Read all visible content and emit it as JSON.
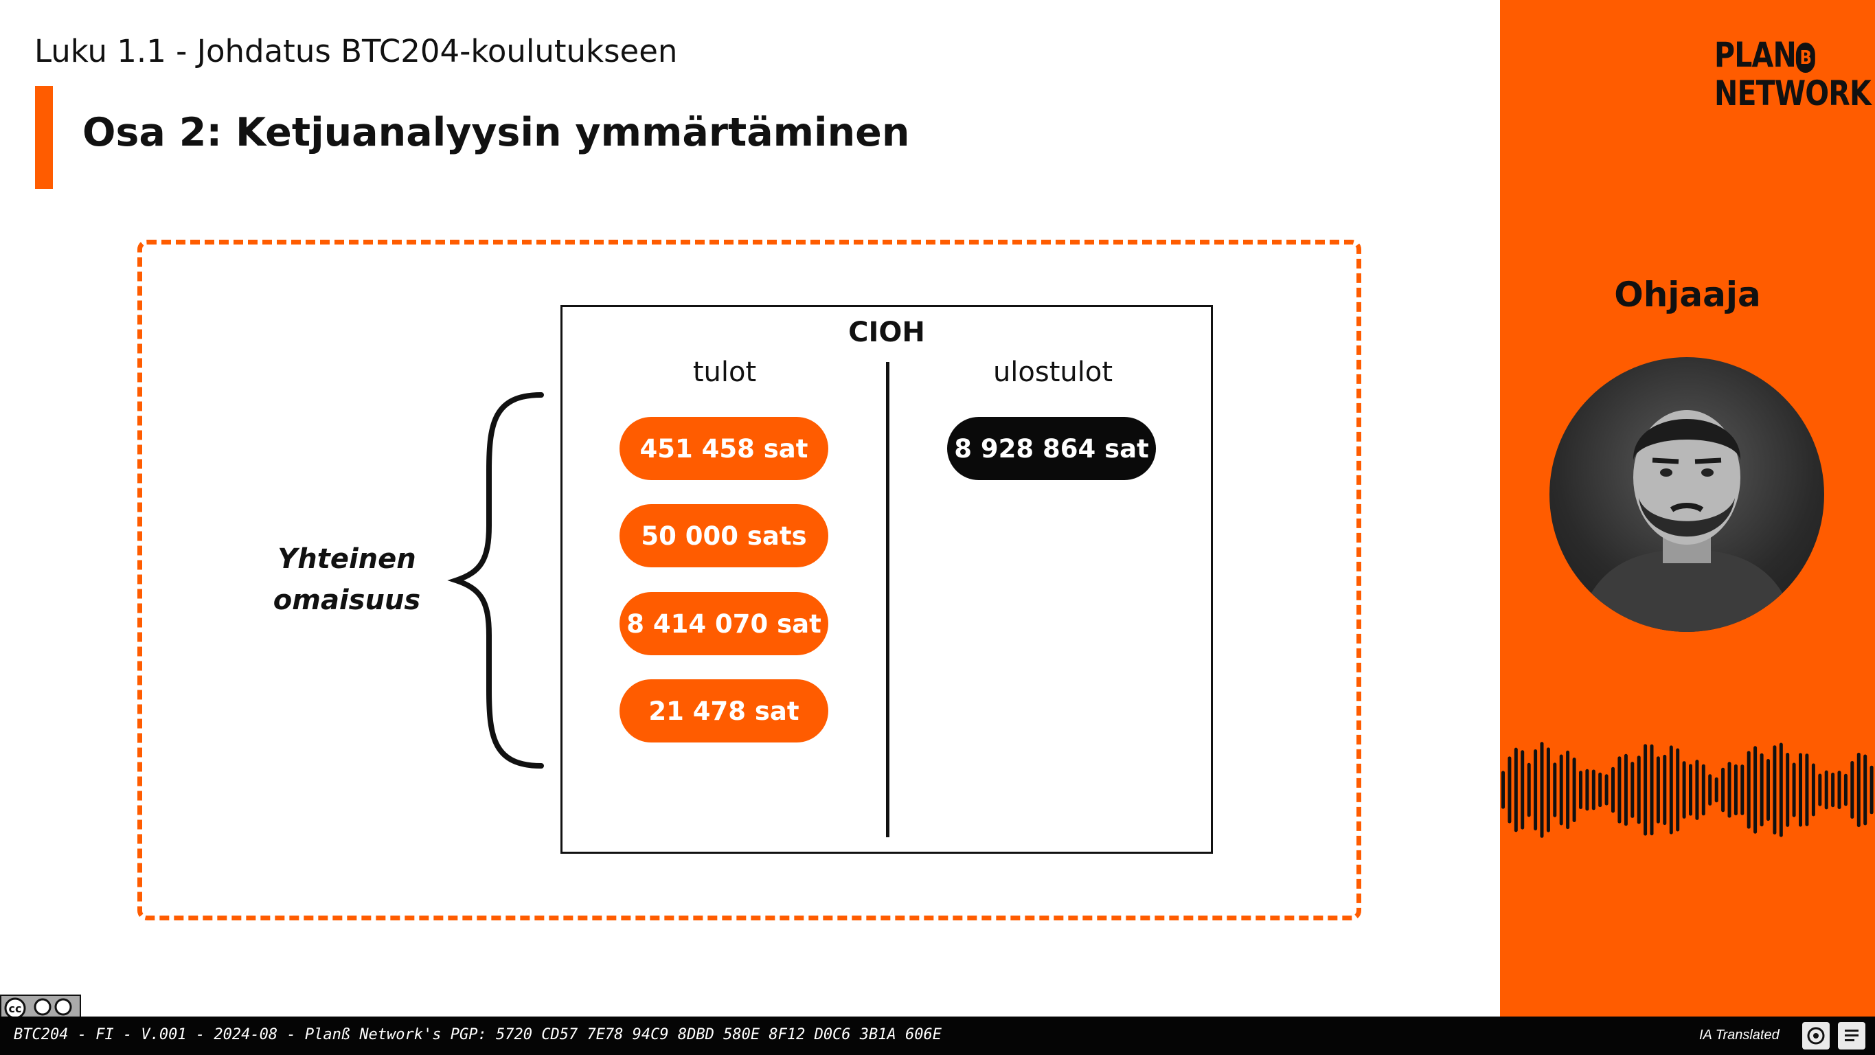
{
  "header": {
    "chapter": "Luku 1.1 - Johdatus BTC204-koulutukseen",
    "section_title": "Osa 2: Ketjuanalyysin ymmärtäminen"
  },
  "diagram": {
    "title": "CIOH",
    "inputs_label": "tulot",
    "outputs_label": "ulostulot",
    "inputs": [
      "451 458 sat",
      "50 000 sats",
      "8 414 070 sat",
      "21 478 sat"
    ],
    "outputs": [
      "8 928 864 sat"
    ],
    "brace_label_line1": "Yhteinen",
    "brace_label_line2": "omaisuus"
  },
  "sidebar": {
    "logo_line1": "PLAN",
    "logo_coin": "B",
    "logo_line2": "NETWORK",
    "instructor_label": "Ohjaaja",
    "avatar_icon": "instructor-portrait"
  },
  "footer": {
    "info": "BTC204 - FI - V.001 - 2024-08 - Planß Network's PGP: 5720 CD57 7E78 94C9 8DBD 580E 8F12 D0C6 3B1A 606E",
    "ia_label": "IA Translated",
    "license_icon": "cc-by-sa-icon"
  },
  "colors": {
    "accent": "#ff5c00",
    "dark": "#0a0a0a",
    "background": "#ffffff"
  }
}
